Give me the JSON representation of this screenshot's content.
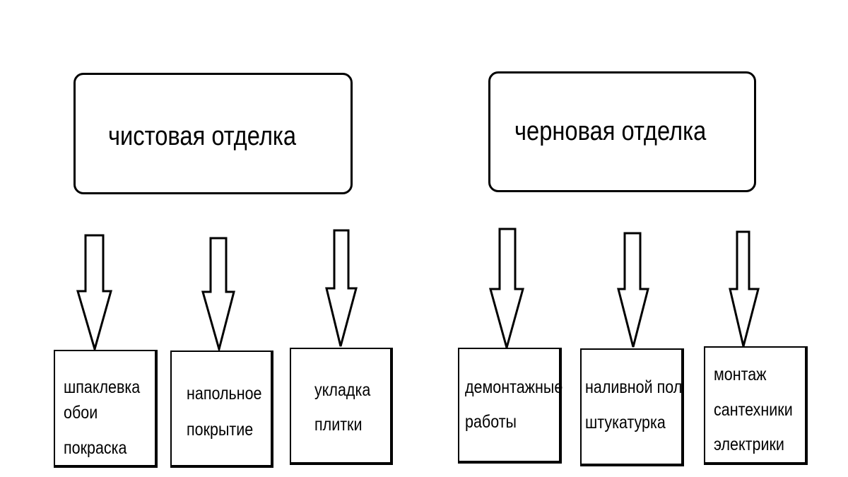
{
  "diagram": {
    "groups": [
      {
        "title": "чистовая отделка",
        "items": [
          {
            "lines": [
              "шпаклевка",
              "обои",
              "покраска"
            ]
          },
          {
            "lines": [
              "напольное",
              "покрытие"
            ]
          },
          {
            "lines": [
              "укладка",
              "плитки"
            ]
          }
        ]
      },
      {
        "title": "черновая отделка",
        "items": [
          {
            "lines": [
              "демонтажные",
              "работы"
            ]
          },
          {
            "lines": [
              "наливной пол",
              "штукатурка"
            ]
          },
          {
            "lines": [
              "монтаж",
              "сантехники",
              "электрики"
            ]
          }
        ]
      }
    ]
  }
}
